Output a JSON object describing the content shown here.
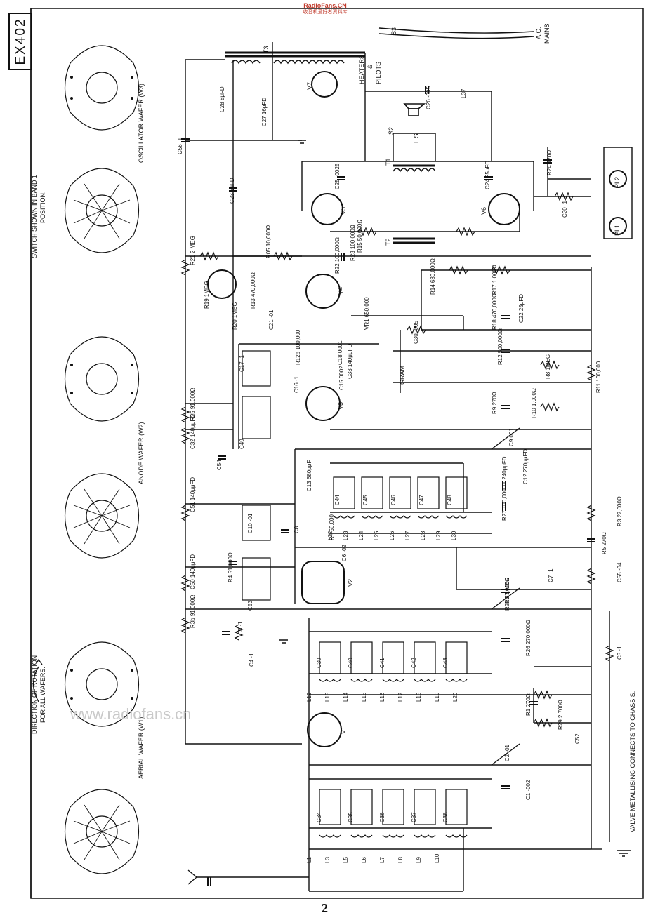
{
  "watermark_top": {
    "line1": "RadioFans.CN",
    "line2": "收音机爱好者资料库"
  },
  "model_code": "EX402",
  "page_number": "2",
  "site_watermark": "www.radiofans.cn",
  "notes": {
    "switch_note_1": "SWITCH SHOWN IN BAND 1",
    "switch_note_2": "POSITION.",
    "rotation_1": "DIRECTION OF ROTATION",
    "rotation_2": "FOR ALL WAFERS.",
    "metallising": "VALVE METALLISING CONNECTS TO CHASSIS."
  },
  "wafers": [
    {
      "id": "oscillator",
      "title": "OSCILLATOR WAFER (W3)"
    },
    {
      "id": "anode",
      "title": "ANODE WAFER (W2)"
    },
    {
      "id": "aerial",
      "title": "AERIAL WAFER (W1)"
    }
  ],
  "mains": {
    "label1": "A.C.",
    "label2": "MAINS",
    "switch": "S3"
  },
  "heaters_label": [
    "HEATERS",
    "&",
    "PILOTS"
  ],
  "gram_label": "GRAM",
  "valves": [
    "V1",
    "V2",
    "V3",
    "V4",
    "V5",
    "V6",
    "V7"
  ],
  "pilot_lamps": [
    "PL1",
    "PL2"
  ],
  "components": [
    {
      "ref": "C28",
      "value": "8μFD"
    },
    {
      "ref": "C27",
      "value": "16μFD"
    },
    {
      "ref": "C56",
      "value": "·1"
    },
    {
      "ref": "C26",
      "value": "·005"
    },
    {
      "ref": "L37",
      "value": ""
    },
    {
      "ref": "C23",
      "value": "8μFD"
    },
    {
      "ref": "C25",
      "value": "·0025"
    },
    {
      "ref": "C24",
      "value": "25μFD"
    },
    {
      "ref": "R24",
      "value": "120Ω"
    },
    {
      "ref": "C20",
      "value": "·1"
    },
    {
      "ref": "R22",
      "value": "100,000Ω"
    },
    {
      "ref": "R23",
      "value": "100,000Ω"
    },
    {
      "ref": "R15",
      "value": "50,000Ω"
    },
    {
      "ref": "R05",
      "value": "10,000Ω"
    },
    {
      "ref": "R21",
      "value": "2 MEG"
    },
    {
      "ref": "R19",
      "value": "1MEG"
    },
    {
      "ref": "R13",
      "value": "470,000Ω"
    },
    {
      "ref": "R14",
      "value": "680,000Ω"
    },
    {
      "ref": "R17",
      "value": "1,000Ω"
    },
    {
      "ref": "C22",
      "value": "25μFD"
    },
    {
      "ref": "R18",
      "value": "470,000Ω"
    },
    {
      "ref": "R20",
      "value": "1MEG"
    },
    {
      "ref": "C21",
      "value": "·01"
    },
    {
      "ref": "VR1",
      "value": "650,000"
    },
    {
      "ref": "C30",
      "value": "·005"
    },
    {
      "ref": "R12",
      "value": "500,000Ω"
    },
    {
      "ref": "R8",
      "value": "1MEG"
    },
    {
      "ref": "R11",
      "value": "100,000"
    },
    {
      "ref": "R12b",
      "value": "100,000"
    },
    {
      "ref": "C18",
      "value": "0001"
    },
    {
      "ref": "C15",
      "value": "0002"
    },
    {
      "ref": "C33",
      "value": "140μμFD"
    },
    {
      "ref": "C17",
      "value": "·1"
    },
    {
      "ref": "C16",
      "value": "·1"
    },
    {
      "ref": "R9",
      "value": "270Ω"
    },
    {
      "ref": "R10",
      "value": "1,000Ω"
    },
    {
      "ref": "R25",
      "value": "91,000Ω"
    },
    {
      "ref": "C32",
      "value": "140μμFD"
    },
    {
      "ref": "C49",
      "value": ""
    },
    {
      "ref": "C54",
      "value": ""
    },
    {
      "ref": "C9",
      "value": "001"
    },
    {
      "ref": "C13",
      "value": "680μμF"
    },
    {
      "ref": "C12",
      "value": "270μμFD"
    },
    {
      "ref": "C11",
      "value": "240μμFD"
    },
    {
      "ref": "R27",
      "value": "100,000"
    },
    {
      "ref": "R3",
      "value": "27,000Ω"
    },
    {
      "ref": "C51",
      "value": "140μμFD"
    },
    {
      "ref": "C10",
      "value": "·01"
    },
    {
      "ref": "C8",
      "value": ""
    },
    {
      "ref": "R7",
      "value": "56,000"
    },
    {
      "ref": "C6",
      "value": "·02"
    },
    {
      "ref": "R5",
      "value": "270Ω"
    },
    {
      "ref": "C7",
      "value": "·1"
    },
    {
      "ref": "R2",
      "value": "1 MEG"
    },
    {
      "ref": "C55",
      "value": "·04"
    },
    {
      "ref": "R4",
      "value": "51,000Ω"
    },
    {
      "ref": "C50",
      "value": "140μμFD"
    },
    {
      "ref": "C53",
      "value": ""
    },
    {
      "ref": "R28",
      "value": "27,000Ω"
    },
    {
      "ref": "R3b",
      "value": "91,000Ω"
    },
    {
      "ref": "C5",
      "value": "·1"
    },
    {
      "ref": "C4",
      "value": "·1"
    },
    {
      "ref": "R26",
      "value": "270,000Ω"
    },
    {
      "ref": "C3",
      "value": "·1"
    },
    {
      "ref": "R1",
      "value": "270Ω"
    },
    {
      "ref": "R29",
      "value": "2,700Ω"
    },
    {
      "ref": "C52",
      "value": ""
    },
    {
      "ref": "C2",
      "value": "·01"
    },
    {
      "ref": "C1",
      "value": "·002"
    }
  ],
  "coil_groups": {
    "aerial": [
      "L1",
      "L3",
      "L5",
      "L6",
      "L7",
      "L8",
      "L9",
      "L10"
    ],
    "rf": [
      "L12",
      "L13",
      "L14",
      "L15",
      "L16",
      "L17",
      "L18",
      "L19",
      "L20"
    ],
    "osc": [
      "L22",
      "L23",
      "L24",
      "L25",
      "L26",
      "L27",
      "L28",
      "L29",
      "L30"
    ],
    "trimmers_aerial": [
      "C34",
      "C35",
      "C36",
      "C37",
      "C38"
    ],
    "trimmers_rf": [
      "C39",
      "C40",
      "C41",
      "C42",
      "C43"
    ],
    "trimmers_osc": [
      "C44",
      "C45",
      "C46",
      "C47",
      "C48"
    ]
  },
  "transformers": [
    "T1",
    "T2",
    "T3"
  ],
  "speaker": {
    "label": "L.S.",
    "switch": "S2"
  }
}
